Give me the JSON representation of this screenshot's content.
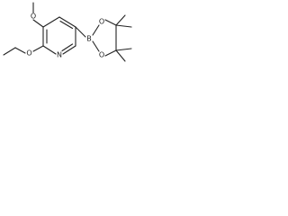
{
  "atoms": {
    "methoxy_oxygen": "O",
    "ethoxy_oxygen": "O",
    "ring_nitrogen": "N",
    "boron": "B",
    "boronate_oxygen_top": "O",
    "boronate_oxygen_bottom": "O"
  }
}
